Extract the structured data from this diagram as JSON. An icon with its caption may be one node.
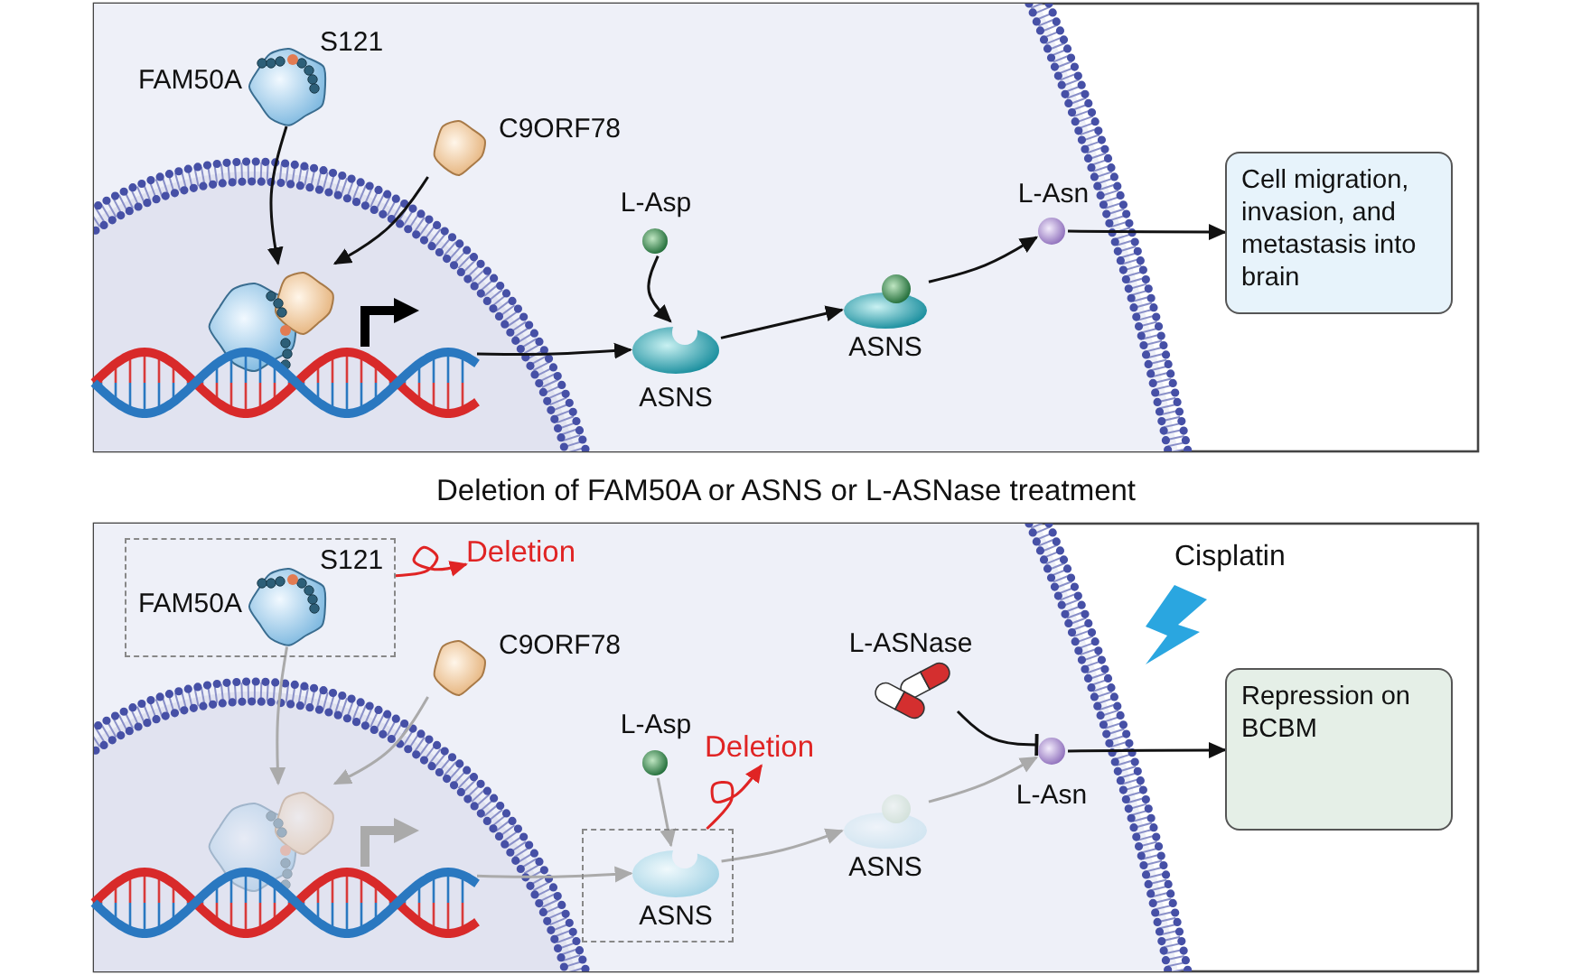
{
  "diagram": {
    "title": "Deletion of FAM50A or ASNS or L-ASNase treatment",
    "nodes": [
      {
        "text": [],
        "shape": "picture",
        "beside": [
          "FAM50A",
          "S121"
        ]
      },
      {
        "text": [],
        "shape": "picture",
        "beside": [
          "C9ORF78"
        ]
      },
      {
        "text": [],
        "shape": "picture"
      },
      {
        "text": [],
        "shape": "picture"
      },
      {
        "text": [],
        "shape": "circle",
        "beside": [
          "L-Asp"
        ]
      },
      {
        "text": [],
        "shape": "picture",
        "beside": [
          "ASNS"
        ]
      },
      {
        "text": [],
        "shape": "picture",
        "beside": [
          "ASNS"
        ]
      },
      {
        "text": [],
        "shape": "circle",
        "beside": [
          "L-Asn"
        ]
      },
      {
        "text": [
          "Cell migration, invasion, and metastasis into brain"
        ]
      },
      {
        "text": [],
        "shape": "box"
      },
      {
        "text": [],
        "shape": "picture",
        "beside": [
          "FAM50A",
          "S121"
        ],
        "in": 9
      },
      {
        "text": [
          "Deletion"
        ]
      },
      {
        "text": [],
        "shape": "picture",
        "beside": [
          "C9ORF78"
        ]
      },
      {
        "text": [],
        "shape": "picture"
      },
      {
        "text": [],
        "shape": "picture"
      },
      {
        "text": [],
        "shape": "circle",
        "beside": [
          "L-Asp"
        ]
      },
      {
        "text": [],
        "shape": "box"
      },
      {
        "text": [],
        "shape": "picture",
        "beside": [
          "ASNS"
        ],
        "in": 16
      },
      {
        "text": [
          "Deletion"
        ]
      },
      {
        "text": [],
        "shape": "picture",
        "beside": [
          "ASNS"
        ]
      },
      {
        "text": [],
        "shape": "picture",
        "beside": [
          "L-ASNase"
        ]
      },
      {
        "text": [],
        "shape": "circle",
        "beside": [
          "L-Asn"
        ]
      },
      {
        "text": [
          "Repression on BCBM"
        ]
      }
    ],
    "edges": [
      {
        "from": 0,
        "to": 2,
        "arrow": "to"
      },
      {
        "from": 1,
        "to": 2,
        "arrow": "to"
      },
      {
        "from": 3,
        "to": 5,
        "arrow": "to"
      },
      {
        "from": 4,
        "to": 5,
        "arrow": "to"
      },
      {
        "from": 5,
        "to": 6,
        "arrow": "to"
      },
      {
        "from": 6,
        "to": 7,
        "arrow": "to"
      },
      {
        "from": 7,
        "to": 8,
        "arrow": "to"
      },
      {
        "from": 9,
        "to": 11,
        "arrow": "to",
        "color": "#e02424"
      },
      {
        "from": 10,
        "to": 13,
        "arrow": "to",
        "color": "#aaaaaa"
      },
      {
        "from": 12,
        "to": 13,
        "arrow": "to",
        "color": "#aaaaaa"
      },
      {
        "from": 14,
        "to": 17,
        "arrow": "to",
        "color": "#aaaaaa"
      },
      {
        "from": 15,
        "to": 17,
        "arrow": "to",
        "color": "#aaaaaa"
      },
      {
        "from": 16,
        "to": 18,
        "arrow": "to",
        "color": "#e02424"
      },
      {
        "from": 17,
        "to": 19,
        "arrow": "to",
        "color": "#aaaaaa"
      },
      {
        "from": 19,
        "to": 21,
        "arrow": "to",
        "color": "#aaaaaa"
      },
      {
        "from": 20,
        "to": 21,
        "arrow": "other"
      },
      {
        "from": 21,
        "to": 22,
        "arrow": "to"
      }
    ],
    "labels": [
      "Cisplatin"
    ]
  }
}
